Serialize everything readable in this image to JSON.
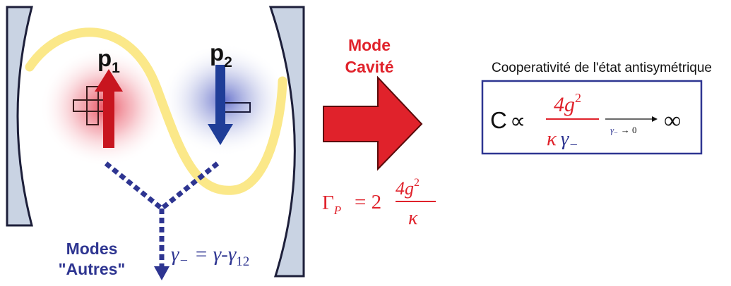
{
  "dipoles": {
    "p1": {
      "letter": "p",
      "sub": "1",
      "charge_symbol": "+"
    },
    "p2": {
      "letter": "p",
      "sub": "2",
      "charge_symbol": "−"
    }
  },
  "cavity_arrow": {
    "line1": "Mode",
    "line2": "Cavité"
  },
  "gamma_p": {
    "Gamma": "Γ",
    "sub": "P",
    "eq": "= 2",
    "num": "4g",
    "exp": "2",
    "den": "κ"
  },
  "other_modes": {
    "line1": "Modes",
    "line2": "\"Autres\""
  },
  "gamma_minus": {
    "lhs": "γ",
    "lhs_sub": "−",
    "rhs": "= γ-γ",
    "rhs_sub": "12"
  },
  "cooperativity": {
    "title": "Cooperativité de l'état antisymétrique",
    "C": "C",
    "propto": "∝",
    "num": "4g",
    "exp": "2",
    "den_kappa": "κ",
    "den_gamma": "γ",
    "den_sub": "−",
    "limit_gamma": "γ",
    "limit_sub": "−",
    "limit_arrow": "→ 0",
    "infinity": "∞"
  },
  "colors": {
    "red": "#e0222b",
    "blue": "#2e3591",
    "mirror_fill": "#c9d3e3",
    "mode_yellow": "#fbe889"
  }
}
